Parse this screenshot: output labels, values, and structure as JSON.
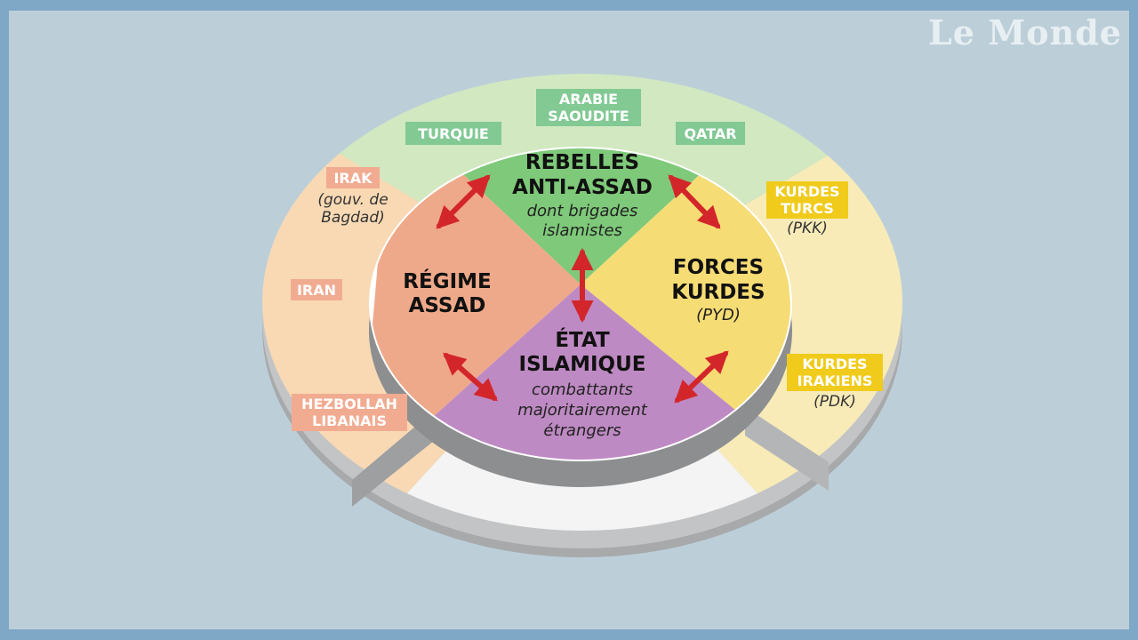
{
  "brand": "Le Monde",
  "center": {
    "rebelles": {
      "title": [
        "REBELLES",
        "ANTI-ASSAD"
      ],
      "sub": [
        "dont brigades",
        "islamistes"
      ],
      "color": "#7fc97a"
    },
    "kurdes": {
      "title": [
        "FORCES",
        "KURDES"
      ],
      "sub": [
        "(PYD)"
      ],
      "color": "#f6dc74"
    },
    "regime": {
      "title": [
        "RÉGIME",
        "ASSAD"
      ],
      "color": "#eea98a"
    },
    "etat": {
      "title": [
        "ÉTAT",
        "ISLAMIQUE"
      ],
      "sub": [
        "combattants",
        "majoritairement",
        "étrangers"
      ],
      "color": "#be8ac3"
    }
  },
  "allies": {
    "turquie": "TURQUIE",
    "arabie": [
      "ARABIE",
      "SAOUDITE"
    ],
    "qatar": "QATAR",
    "irak": "IRAK",
    "irak_note": [
      "(gouv. de",
      "Bagdad)"
    ],
    "iran": "IRAN",
    "hezbollah": [
      "HEZBOLLAH",
      "LIBANAIS"
    ],
    "kurdes_turcs": [
      "KURDES",
      "TURCS"
    ],
    "kurdes_turcs_note": "(PKK)",
    "kurdes_irakiens": [
      "KURDES",
      "IRAKIENS"
    ],
    "kurdes_irakiens_note": "(PDK)"
  },
  "colors": {
    "outer_green": "#d2e8c0",
    "outer_yellow": "#f8ebb8",
    "outer_orange": "#f8d9b4",
    "tag_green": "#82c994",
    "tag_orange": "#f1ab91",
    "tag_yellow": "#f0cb1c",
    "arrow": "#d3262b"
  }
}
